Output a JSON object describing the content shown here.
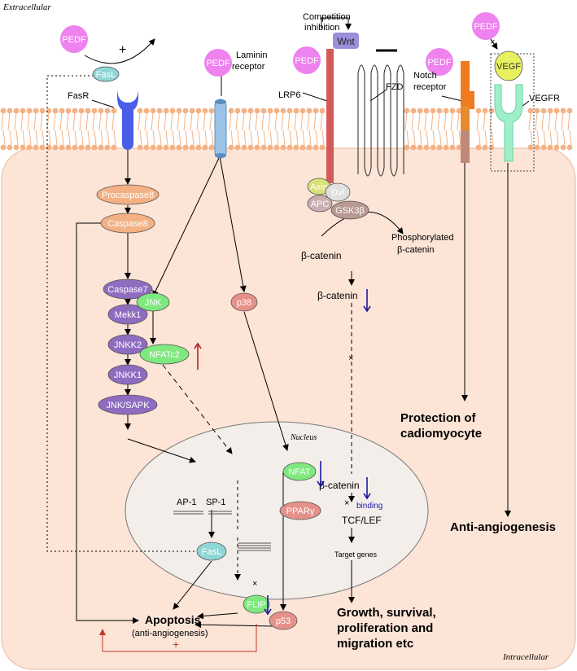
{
  "labels": {
    "extracellular": "Extracellular",
    "intracellular": "Intracellular",
    "nucleus": "Nucleus",
    "competition_1": "Competition",
    "competition_2": "inhibition",
    "laminin_1": "Laminin",
    "laminin_2": "receptor",
    "notch_1": "Notch",
    "notch_2": "receptor",
    "fasr": "FasR",
    "lrp6": "LRP6",
    "fzd": "FZD",
    "vegfr": "VEGFR",
    "wnt": "Wnt",
    "phospho_1": "Phosphorylated",
    "phospho_2": "β-catenin",
    "plus": "+",
    "cross": "×",
    "binding": "binding",
    "target_genes": "Target genes",
    "ap1": "AP-1",
    "sp1": "SP-1",
    "tcf": "TCF/LEF"
  },
  "pedf": [
    "PEDF",
    "PEDF",
    "PEDF",
    "PEDF",
    "PEDF"
  ],
  "nodes": {
    "fasl_top": "FasL",
    "vegf": "VEGF",
    "procaspase8": "Procaspase8",
    "caspase8": "Caspase8",
    "caspase7": "Caspase7",
    "mekk1": "Mekk1",
    "jnkk2": "JNKK2",
    "jnkk1": "JNKK1",
    "jnk_sapk": "JNK/SAPK",
    "jnk": "JNK",
    "nfatc2": "NFATc2",
    "p38": "p38",
    "axin": "Axin",
    "dvl": "Dvl",
    "apc": "APC",
    "gsk3b": "GSK3β",
    "bcat1": "β-catenin",
    "bcat2": "β-catenin",
    "bcat3": "β-catenin",
    "nfat": "NFAT",
    "ppar": "PPARγ",
    "fasl_nuc": "FasL",
    "flip": "FLIP",
    "p53": "p53"
  },
  "outcomes": {
    "apoptosis": "Apoptosis",
    "apoptosis_sub": "(anti-angiogenesis)",
    "protection_1": "Protection of",
    "protection_2": "cadiomyocyte",
    "anti_angio": "Anti-angiogenesis",
    "growth_1": "Growth, survival,",
    "growth_2": "proliferation and",
    "growth_3": "migration etc"
  },
  "colors": {
    "pedf": "#ee82ee",
    "membrane_head": "#f4b183",
    "cell_fill": "#fce4d6",
    "orange_node": "#f4b183",
    "purple_node": "#8e6cc0",
    "green_node": "#7fe87f",
    "salmon_node": "#e6908a",
    "fasr": "#4a5ce8",
    "lrp6": "#d45a5a",
    "wnt": "#9b8fdb",
    "notch": "#f07a1e",
    "vegfr": "#9ef0c8",
    "vegf": "#e8f060",
    "arrow_up": "#b22222",
    "arrow_down": "#1a1aa0",
    "feedback": "#c0392b"
  }
}
